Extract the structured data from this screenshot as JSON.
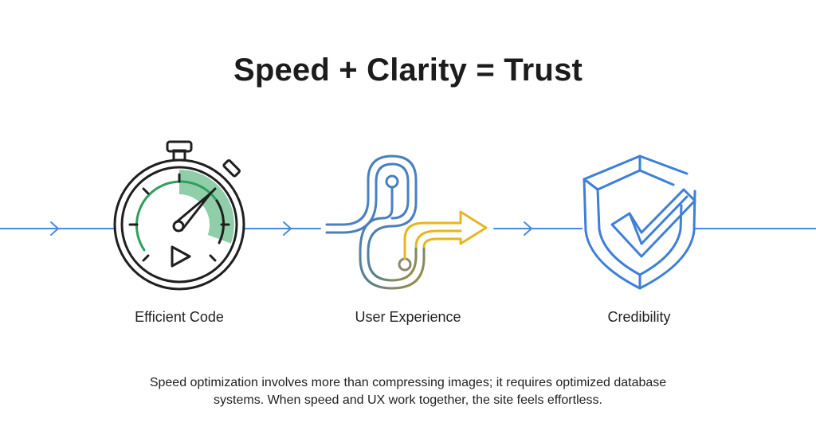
{
  "title": "Speed + Clarity = Trust",
  "steps": [
    {
      "label": "Efficient Code",
      "icon": "stopwatch-icon"
    },
    {
      "label": "User Experience",
      "icon": "winding-path-arrow-icon"
    },
    {
      "label": "Credibility",
      "icon": "shield-check-icon"
    }
  ],
  "caption": {
    "line1": "Speed optimization involves more than compressing images; it requires optimized database",
    "line2": "systems. When speed and UX work together, the site feels effortless."
  },
  "colors": {
    "flow_line": "#4a89dc",
    "stopwatch_fill": "#7cc49a",
    "stopwatch_green": "#2e9e5b",
    "path_blue": "#4a7fc1",
    "path_gold": "#e5b622",
    "shield_blue": "#3d7fd9",
    "outline": "#1f1f1f"
  }
}
